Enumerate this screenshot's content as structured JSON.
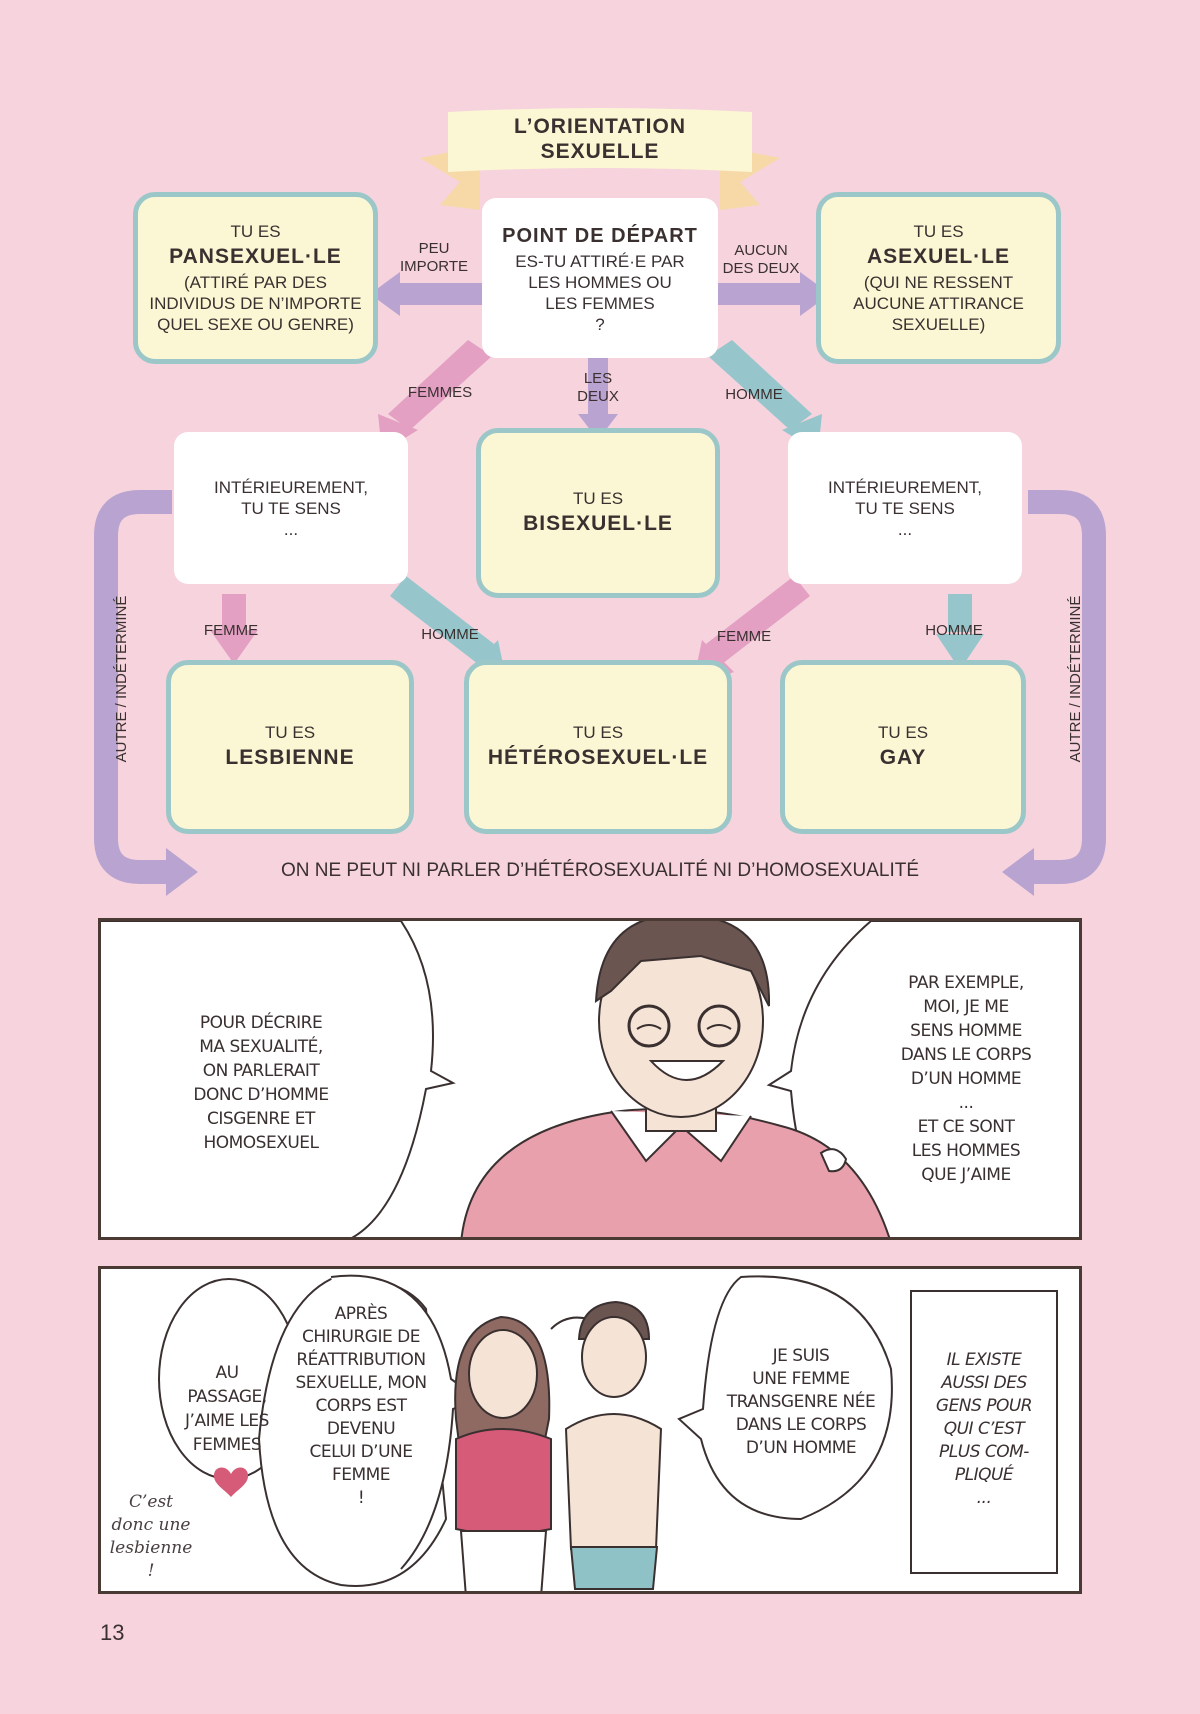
{
  "diagram": {
    "title": [
      "L’ORIENTATION",
      "SEXUELLE"
    ],
    "start": {
      "title": "POINT DE DÉPART",
      "question": [
        "ES-TU ATTIRÉ·E PAR",
        "LES HOMMES OU",
        "LES FEMMES",
        "?"
      ]
    },
    "pansexuel": {
      "pre": "TU ES",
      "name": "PANSEXUEL·LE",
      "desc": [
        "(ATTIRÉ PAR DES",
        "INDIVIDUS DE N’IMPORTE",
        "QUEL SEXE OU GENRE)"
      ]
    },
    "asexuel": {
      "pre": "TU ES",
      "name": "ASEXUEL·LE",
      "desc": [
        "(QUI NE RESSENT",
        "AUCUNE ATTIRANCE",
        "SEXUELLE)"
      ]
    },
    "bisexuel": {
      "pre": "TU ES",
      "name": "BISEXUEL·LE"
    },
    "lesbienne": {
      "pre": "TU ES",
      "name": "LESBIENNE"
    },
    "hetero": {
      "pre": "TU ES",
      "name": "HÉTÉROSEXUEL·LE"
    },
    "gay": {
      "pre": "TU ES",
      "name": "GAY"
    },
    "interieur_left": [
      "INTÉRIEUREMENT,",
      "TU TE SENS",
      "..."
    ],
    "interieur_right": [
      "INTÉRIEUREMENT,",
      "TU TE SENS",
      "..."
    ],
    "labels": {
      "peu_importe": [
        "PEU",
        "IMPORTE"
      ],
      "aucun": [
        "AUCUN",
        "DES DEUX"
      ],
      "femmes": "FEMMES",
      "les_deux": [
        "LES",
        "DEUX"
      ],
      "homme_top": "HOMME",
      "femme_left": "FEMME",
      "homme_left": "HOMME",
      "femme_right": "FEMME",
      "homme_right": "HOMME",
      "autre_left": "AUTRE / INDÉTERMINÉ",
      "autre_right": "AUTRE / INDÉTERMINÉ"
    },
    "bottom_text": "ON NE PEUT NI PARLER D’HÉTÉROSEXUALITÉ NI D’HOMOSEXUALITÉ"
  },
  "panel1": {
    "bubble_left": [
      "POUR DÉCRIRE",
      "MA SEXUALITÉ,",
      "ON PARLERAIT",
      "DONC D’HOMME",
      "CISGENRE ET",
      "HOMOSEXUEL"
    ],
    "bubble_right": [
      "PAR EXEMPLE,",
      "MOI, JE ME",
      "SENS HOMME",
      "DANS LE CORPS",
      "D’UN HOMME",
      "...",
      "ET CE SONT",
      "LES HOMMES",
      "QUE J’AIME"
    ]
  },
  "panel2": {
    "bubble_au_passage": [
      "AU",
      "PASSAGE,",
      "J’AIME LES",
      "FEMMES"
    ],
    "bubble_apres": [
      "APRÈS",
      "CHIRURGIE DE",
      "RÉATTRIBUTION",
      "SEXUELLE, MON",
      "CORPS EST",
      "DEVENU",
      "CELUI D’UNE",
      "FEMME",
      "!"
    ],
    "bubble_je_suis": [
      "JE SUIS",
      "UNE FEMME",
      "TRANSGENRE NÉE",
      "DANS LE CORPS",
      "D’UN HOMME"
    ],
    "caption": [
      "IL EXISTE",
      "AUSSI DES",
      "GENS POUR",
      "QUI C’EST",
      "PLUS COM-",
      "PLIQUÉ",
      "..."
    ],
    "aside": [
      "C’est",
      "donc une",
      "lesbienne",
      "!"
    ]
  },
  "page_number": "13",
  "colors": {
    "background": "#f6d3dd",
    "box_fill": "#fbf7d4",
    "box_border": "#9cc7c8",
    "pink_arrow": "#e3a0c3",
    "purple_arrow": "#b9a4d1",
    "teal_arrow": "#96c6cc"
  }
}
